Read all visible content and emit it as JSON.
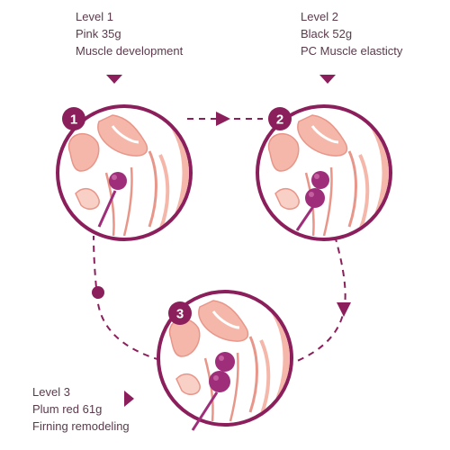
{
  "levels": [
    {
      "number": "1",
      "title": "Level 1",
      "weight": "Pink 35g",
      "purpose": "Muscle development"
    },
    {
      "number": "2",
      "title": "Level 2",
      "weight": "Black 52g",
      "purpose": "PC Muscle elasticty"
    },
    {
      "number": "3",
      "title": "Level 3",
      "weight": "Plum red 61g",
      "purpose": "Firning remodeling"
    }
  ],
  "colors": {
    "accent": "#8b1f5c",
    "ball": "#9e2e7a",
    "tissue": "#f4b7a9",
    "tissue_outline": "#e8968a",
    "text": "#5a3a4c"
  }
}
